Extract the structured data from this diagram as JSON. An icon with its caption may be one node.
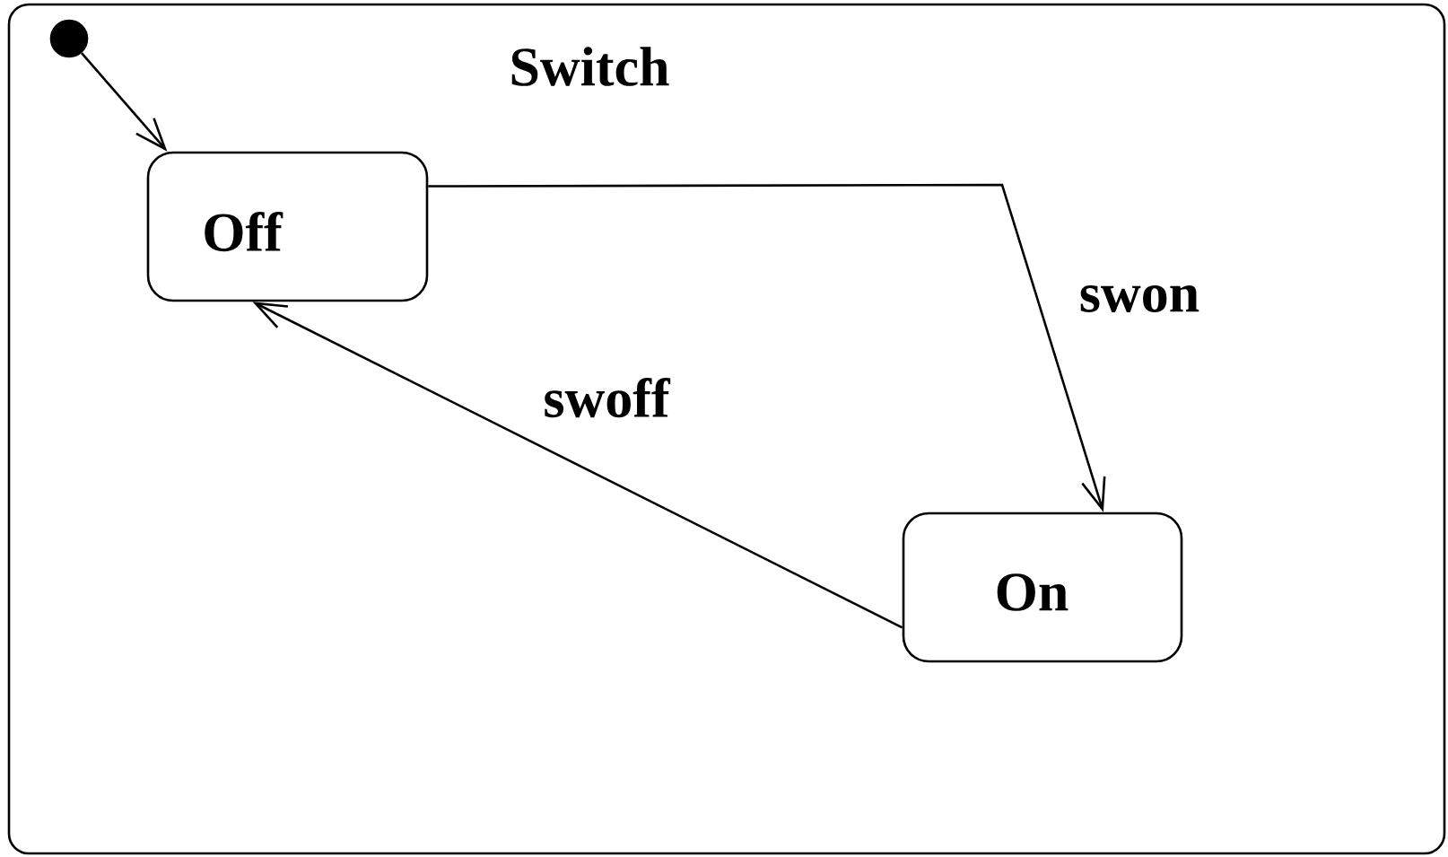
{
  "diagram": {
    "nodes": [
      {
        "text": [
          "Switch"
        ]
      },
      {
        "text": [],
        "shape": "circle",
        "in": 0
      },
      {
        "text": [
          "Off"
        ],
        "in": 0
      },
      {
        "text": [
          "On"
        ],
        "in": 0
      }
    ],
    "edges": [
      {
        "from": 1,
        "to": 2,
        "arrow": "to"
      },
      {
        "from": 2,
        "to": 3,
        "arrow": "to",
        "label": "swon"
      },
      {
        "from": 3,
        "to": 2,
        "arrow": "to",
        "label": "swoff"
      }
    ]
  }
}
